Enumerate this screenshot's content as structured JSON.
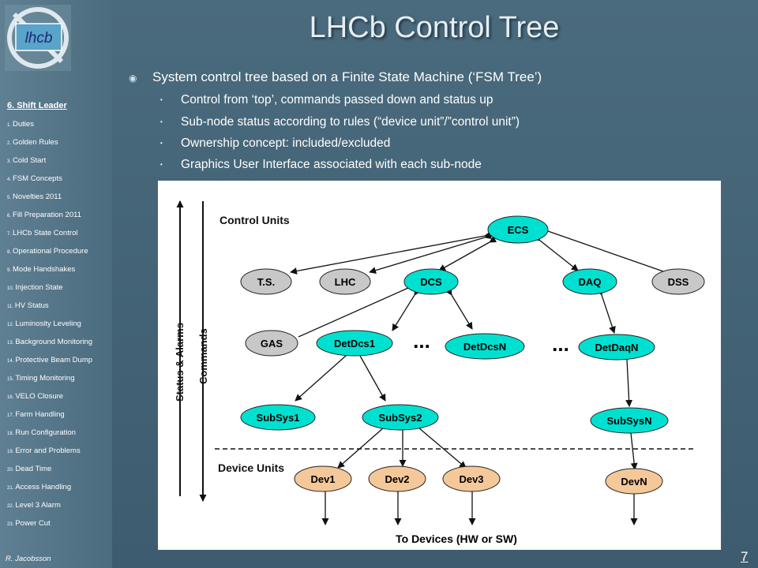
{
  "title": "LHCb Control Tree",
  "sidebar": {
    "logo_text": "LHCb",
    "section_title": "6. Shift Leader",
    "items": [
      {
        "num": "1.",
        "label": "Duties"
      },
      {
        "num": "2.",
        "label": "Golden Rules"
      },
      {
        "num": "3.",
        "label": "Cold Start"
      },
      {
        "num": "4.",
        "label": "FSM Concepts"
      },
      {
        "num": "5.",
        "label": "Novelties 2011"
      },
      {
        "num": "6.",
        "label": "Fill Preparation 2011"
      },
      {
        "num": "7.",
        "label": "LHCb State Control"
      },
      {
        "num": "8.",
        "label": "Operational Procedure"
      },
      {
        "num": "9.",
        "label": "Mode Handshakes"
      },
      {
        "num": "10.",
        "label": "Injection State"
      },
      {
        "num": "11.",
        "label": "HV Status"
      },
      {
        "num": "12.",
        "label": "Luminosity Leveling"
      },
      {
        "num": "13.",
        "label": "Background Monitoring"
      },
      {
        "num": "14.",
        "label": "Protective Beam Dump"
      },
      {
        "num": "15.",
        "label": "Timing Monitoring"
      },
      {
        "num": "16.",
        "label": "VELO Closure"
      },
      {
        "num": "17.",
        "label": "Farm Handling"
      },
      {
        "num": "18.",
        "label": "Run Configuration"
      },
      {
        "num": "19.",
        "label": "Error and Problems"
      },
      {
        "num": "20.",
        "label": "Dead Time"
      },
      {
        "num": "21.",
        "label": "Access Handling"
      },
      {
        "num": "22.",
        "label": "Level 3 Alarm"
      },
      {
        "num": "23.",
        "label": "Power Cut"
      }
    ],
    "author": "R. Jacobsson"
  },
  "bullets": {
    "main": "System control tree based on a Finite State Machine (‘FSM Tree’)",
    "sub": [
      "Control from ‘top’, commands passed down and status up",
      "Sub-node status according to rules (“device unit”/”control unit”)",
      "Ownership concept: included/excluded",
      "Graphics User Interface associated with each sub-node"
    ]
  },
  "diagram": {
    "label_control_units": "Control Units",
    "label_device_units": "Device Units",
    "label_status_alarms": "Status & Alarms",
    "label_commands": "Commands",
    "label_to_devices": "To Devices (HW or SW)",
    "ellipsis": "...",
    "colors": {
      "control": "#00e0d0",
      "external": "#c8c8c8",
      "device": "#f5c89a"
    },
    "nodes": {
      "ecs": "ECS",
      "ts": "T.S.",
      "lhc": "LHC",
      "dcs": "DCS",
      "daq": "DAQ",
      "dss": "DSS",
      "gas": "GAS",
      "detdcs1": "DetDcs1",
      "detdcsn": "DetDcsN",
      "detdaqn": "DetDaqN",
      "subsys1": "SubSys1",
      "subsys2": "SubSys2",
      "subsysn": "SubSysN",
      "dev1": "Dev1",
      "dev2": "Dev2",
      "dev3": "Dev3",
      "devn": "DevN"
    }
  },
  "page_number": "7"
}
